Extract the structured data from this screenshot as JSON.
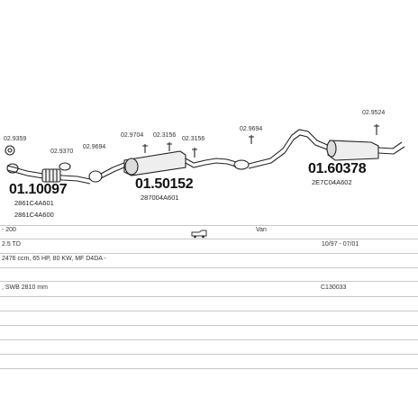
{
  "parts": {
    "p1": {
      "number": "01.10097",
      "codes": [
        "2861C4A601",
        "2861C4A600"
      ]
    },
    "p2": {
      "number": "01.50152",
      "codes": [
        "287004A601"
      ]
    },
    "p3": {
      "number": "01.60378",
      "codes": [
        "2E7C04A602"
      ]
    }
  },
  "fittings": {
    "f1": "02.9359",
    "f2": "02.9370",
    "f3": "02.9694",
    "f4": "02.9704",
    "f5": "02.3156",
    "f6": "02.3156",
    "f7": "02.9694",
    "f8": "02.9524"
  },
  "info": {
    "row1_left": "- 200",
    "row1_mid": "Van",
    "row2_left": "2.5 TD",
    "row2_right": "10/97 - 07/01",
    "row3_left": "2476 ccm, 65 HP, 80 KW, MF D4DA -",
    "row4_left": ", SWB 2810 mm",
    "row4_right": "C130033"
  },
  "icons": {
    "vehicle": "van-icon"
  }
}
